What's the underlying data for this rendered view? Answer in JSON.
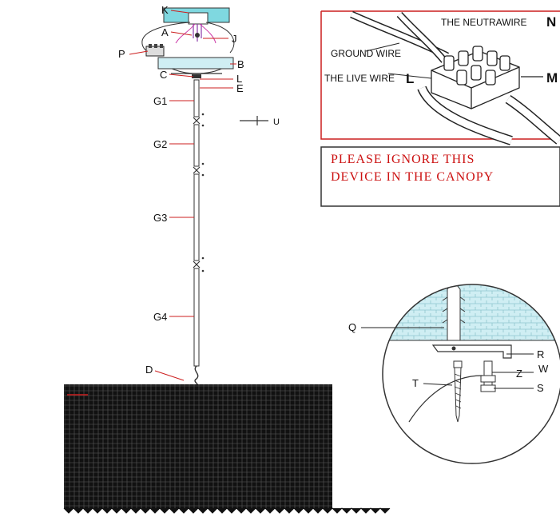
{
  "colors": {
    "accent_red": "#cc1f1f",
    "cyan_fill": "#7fd8e0",
    "ceiling_fill": "#cfeef3",
    "shade_dark": "#111111"
  },
  "main_labels": {
    "K": "K",
    "A": "A",
    "J": "J",
    "P": "P",
    "B": "B",
    "C": "C",
    "L": "L",
    "E": "E",
    "G1": "G1",
    "U": "U",
    "G2": "G2",
    "G3": "G3",
    "G4": "G4",
    "D": "D"
  },
  "wiring_inset": {
    "neutral_wire": "THE NEUTRAWIRE",
    "neutral_letter": "N",
    "ground_wire": "GROUND WIRE",
    "live_wire": "THE LIVE WIRE",
    "live_letter": "L",
    "terminal_letter": "M"
  },
  "note": {
    "line1": "PLEASE IGNORE THIS",
    "line2": "DEVICE  IN THE CANOPY"
  },
  "mounting_inset": {
    "Q": "Q",
    "R": "R",
    "W": "W",
    "Z": "Z",
    "T": "T",
    "S": "S"
  }
}
